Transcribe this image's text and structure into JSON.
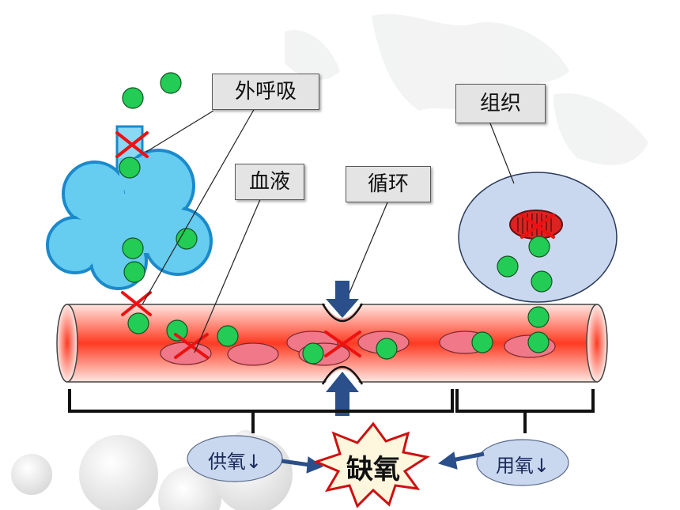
{
  "labels": {
    "external_respiration": "外呼吸",
    "blood": "血液",
    "circulation": "循环",
    "tissue": "组织",
    "oxygen_supply_down": "供氧↓",
    "hypoxia": "缺氧",
    "oxygen_use_down": "用氧↓"
  },
  "colors": {
    "oxygen_dot": "#22cc55",
    "lung": "#66ccf0",
    "vessel": "#ff4030",
    "red_cell": "#f07888",
    "cross": "#ee1111",
    "arrow": "#2a4f8a",
    "tissue_cell": "#c9d8ef",
    "burst": "#dd1111"
  },
  "icons": {
    "oxygen": "green-circle-icon",
    "block": "red-cross-icon",
    "compression": "blue-down-arrow-icon"
  }
}
